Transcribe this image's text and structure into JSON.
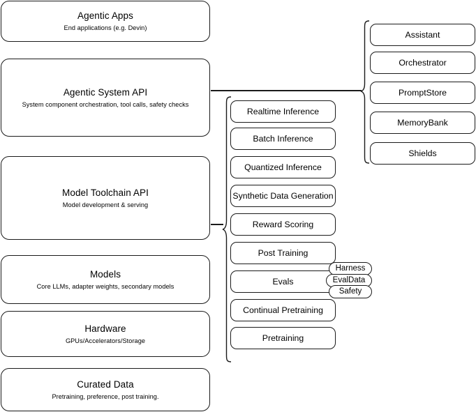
{
  "diagram": {
    "title": "LLM Stack Layers Diagram",
    "stroke_color": "#1a1a1a",
    "background_color": "#ffffff"
  },
  "stack_layers": [
    {
      "name": "agentic-apps",
      "title": "Agentic Apps",
      "subtitle": "End applications (e.g. Devin)"
    },
    {
      "name": "agentic-system-api",
      "title": "Agentic System API",
      "subtitle": "System component orchestration, tool calls, safety checks"
    },
    {
      "name": "model-toolchain-api",
      "title": "Model Toolchain API",
      "subtitle": "Model development & serving"
    },
    {
      "name": "models",
      "title": "Models",
      "subtitle": "Core LLMs, adapter weights, secondary models"
    },
    {
      "name": "hardware",
      "title": "Hardware",
      "subtitle": "GPUs/Accelerators/Storage"
    },
    {
      "name": "curated-data",
      "title": "Curated Data",
      "subtitle": "Pretraining, preference, post training."
    }
  ],
  "toolchain_components": [
    {
      "name": "realtime-inference",
      "label": "Realtime Inference"
    },
    {
      "name": "batch-inference",
      "label": "Batch Inference"
    },
    {
      "name": "quantized-inference",
      "label": "Quantized Inference"
    },
    {
      "name": "synthetic-data-generation",
      "label": "Synthetic Data Generation"
    },
    {
      "name": "reward-scoring",
      "label": "Reward Scoring"
    },
    {
      "name": "post-training",
      "label": "Post Training"
    },
    {
      "name": "evals",
      "label": "Evals"
    },
    {
      "name": "continual-pretraining",
      "label": "Continual Pretraining"
    },
    {
      "name": "pretraining",
      "label": "Pretraining"
    }
  ],
  "evals_subcomponents": [
    {
      "name": "harness",
      "label": "Harness"
    },
    {
      "name": "evaldata",
      "label": "EvalData"
    },
    {
      "name": "safety",
      "label": "Safety"
    }
  ],
  "system_components": [
    {
      "name": "assistant",
      "label": "Assistant"
    },
    {
      "name": "orchestrator",
      "label": "Orchestrator"
    },
    {
      "name": "promptstore",
      "label": "PromptStore"
    },
    {
      "name": "memorybank",
      "label": "MemoryBank"
    },
    {
      "name": "shields",
      "label": "Shields"
    }
  ]
}
